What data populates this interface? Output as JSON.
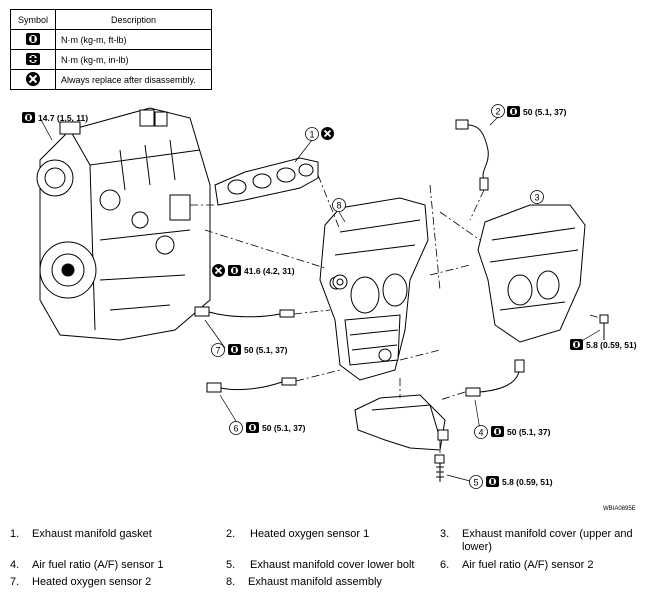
{
  "symbol_table": {
    "headers": [
      "Symbol",
      "Description"
    ],
    "rows": [
      {
        "icon": "torque-nm-kgm-ftlb-icon",
        "description": "N·m (kg-m, ft-lb)"
      },
      {
        "icon": "torque-nm-kgm-inlb-icon",
        "description": "N·m (kg-m, in-lb)"
      },
      {
        "icon": "always-replace-icon",
        "description": "Always replace after disassembly."
      }
    ]
  },
  "callouts": [
    {
      "id": "torque-top-left",
      "torque": "14.7 (1.5, 11)"
    },
    {
      "id": "part-1",
      "number": "1"
    },
    {
      "id": "part-2",
      "number": "2",
      "torque": "50 (5.1, 37)"
    },
    {
      "id": "part-3",
      "number": "3"
    },
    {
      "id": "part-8",
      "number": "8"
    },
    {
      "id": "nut-torque",
      "torque": "41.6 (4.2, 31)"
    },
    {
      "id": "part-7",
      "number": "7",
      "torque": "50 (5.1, 37)"
    },
    {
      "id": "bolt-right-torque",
      "torque": "5.8 (0.59, 51)"
    },
    {
      "id": "part-6",
      "number": "6",
      "torque": "50 (5.1, 37)"
    },
    {
      "id": "part-4",
      "number": "4",
      "torque": "50 (5.1, 37)"
    },
    {
      "id": "part-5",
      "number": "5",
      "torque": "5.8 (0.59, 51)"
    }
  ],
  "figure_code": "WBIA0895E",
  "legend": [
    {
      "number": "1.",
      "text": "Exhaust manifold gasket"
    },
    {
      "number": "2.",
      "text": "Heated oxygen sensor 1"
    },
    {
      "number": "3.",
      "text": "Exhaust manifold cover (upper and lower)"
    },
    {
      "number": "4.",
      "text": "Air fuel ratio (A/F) sensor 1"
    },
    {
      "number": "5.",
      "text": "Exhaust manifold cover lower bolt"
    },
    {
      "number": "6.",
      "text": "Air fuel ratio (A/F) sensor 2"
    },
    {
      "number": "7.",
      "text": "Heated oxygen sensor 2"
    },
    {
      "number": "8.",
      "text": "Exhaust manifold assembly"
    }
  ]
}
